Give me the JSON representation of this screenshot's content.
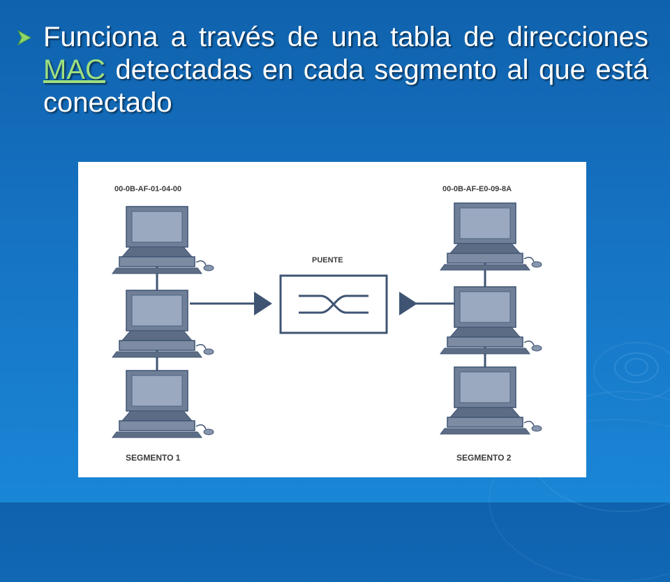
{
  "slide": {
    "text_before": "Funciona a través de una tabla de direcciones ",
    "link": "MAC",
    "text_after": " detectadas en cada segmento al que está conectado"
  },
  "diagram": {
    "mac_left": "00-0B-AF-01-04-00",
    "mac_right": "00-0B-AF-E0-09-8A",
    "bridge_label": "PUENTE",
    "segment_left": "SEGMENTO 1",
    "segment_right": "SEGMENTO 2"
  },
  "colors": {
    "background_top": "#0f62ad",
    "background_bottom": "#1a86d6",
    "link": "#9ee07f",
    "computer_body": "#6f7f97",
    "screen": "#9aa9bf",
    "line": "#3f5473"
  },
  "icons": [
    "arrow-bullet-icon",
    "computer-icon",
    "bridge-switch-icon",
    "arrow-icon"
  ]
}
